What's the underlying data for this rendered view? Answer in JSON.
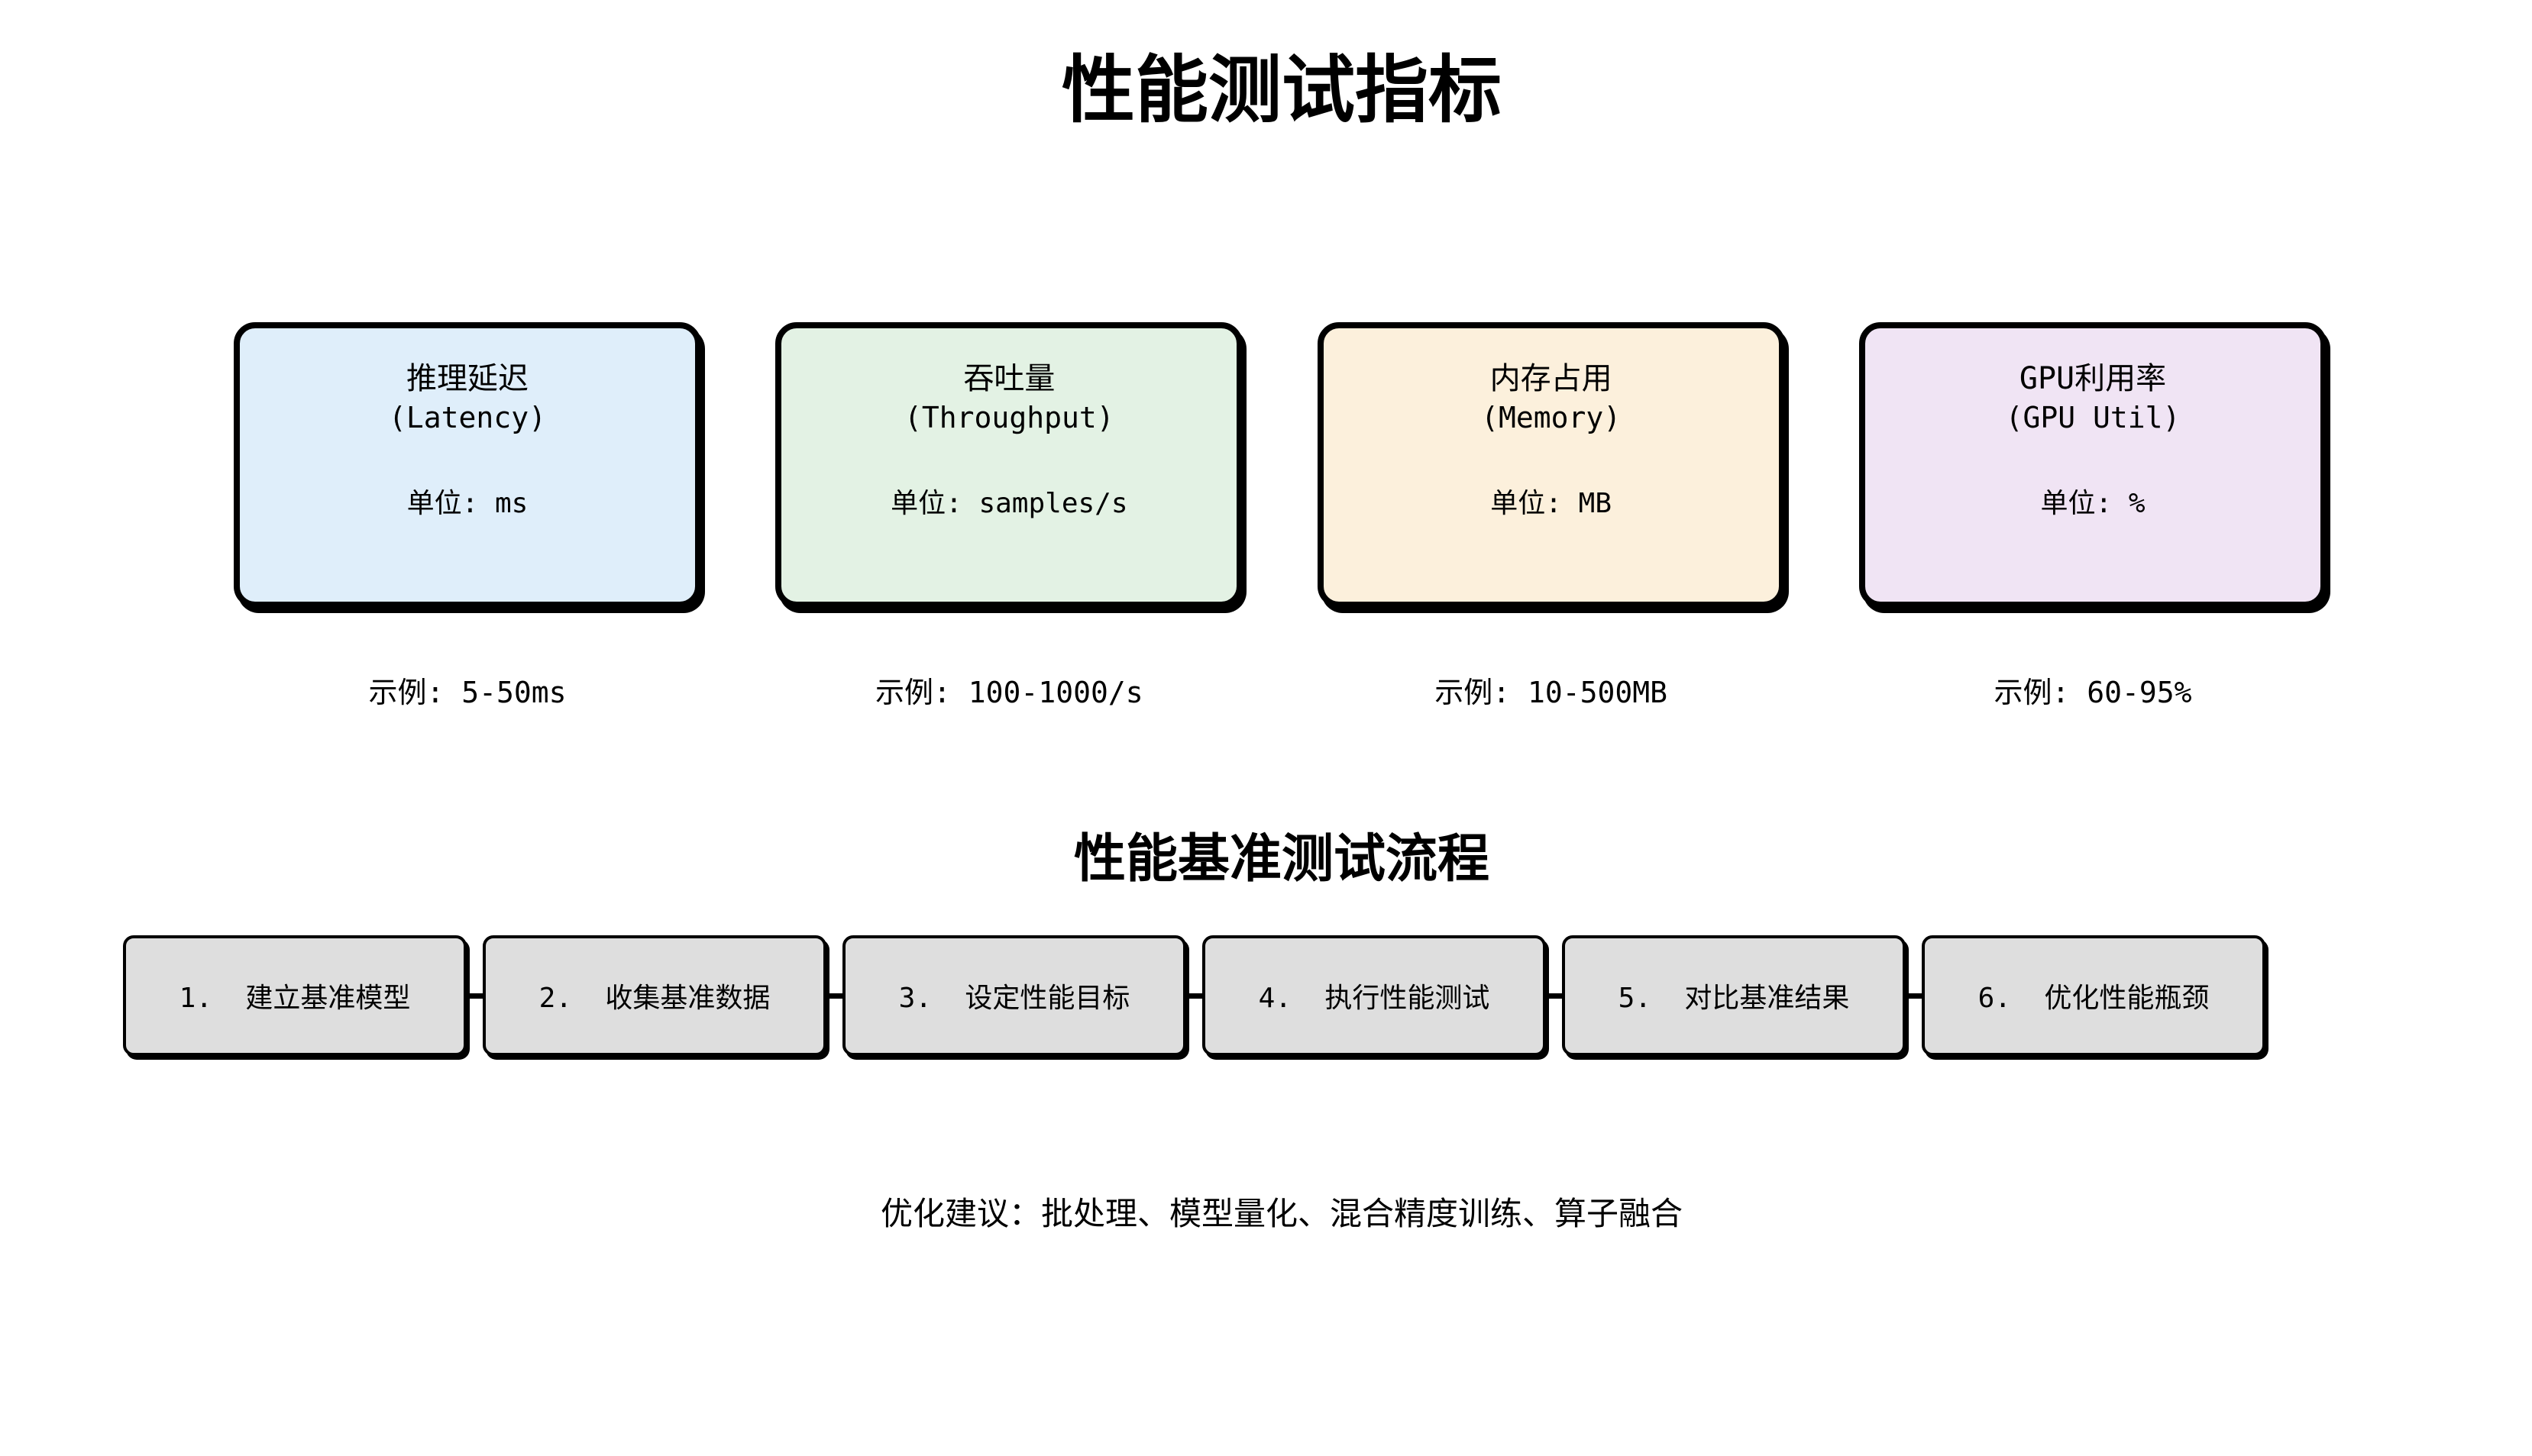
{
  "page": {
    "title": "性能测试指标",
    "background": "#ffffff",
    "border_color": "#000000",
    "text_color": "#000000"
  },
  "metrics": {
    "cards": [
      {
        "name_cn": "推理延迟",
        "name_en": "(Latency)",
        "unit": "单位: ms",
        "example": "示例: 5-50ms",
        "fill": "#dfeefa"
      },
      {
        "name_cn": "吞吐量",
        "name_en": "(Throughput)",
        "unit": "单位: samples/s",
        "example": "示例: 100-1000/s",
        "fill": "#e3f2e4"
      },
      {
        "name_cn": "内存占用",
        "name_en": "(Memory)",
        "unit": "单位: MB",
        "example": "示例: 10-500MB",
        "fill": "#fcf0dc"
      },
      {
        "name_cn": "GPU利用率",
        "name_en": "(GPU Util)",
        "unit": "单位: %",
        "example": "示例: 60-95%",
        "fill": "#f0e4f4"
      }
    ]
  },
  "process": {
    "title": "性能基准测试流程",
    "step_fill": "#dedede",
    "steps": [
      "1.  建立基准模型",
      "2.  收集基准数据",
      "3.  设定性能目标",
      "4.  执行性能测试",
      "5.  对比基准结果",
      "6.  优化性能瓶颈"
    ]
  },
  "footer": {
    "note": "优化建议：批处理、模型量化、混合精度训练、算子融合"
  }
}
